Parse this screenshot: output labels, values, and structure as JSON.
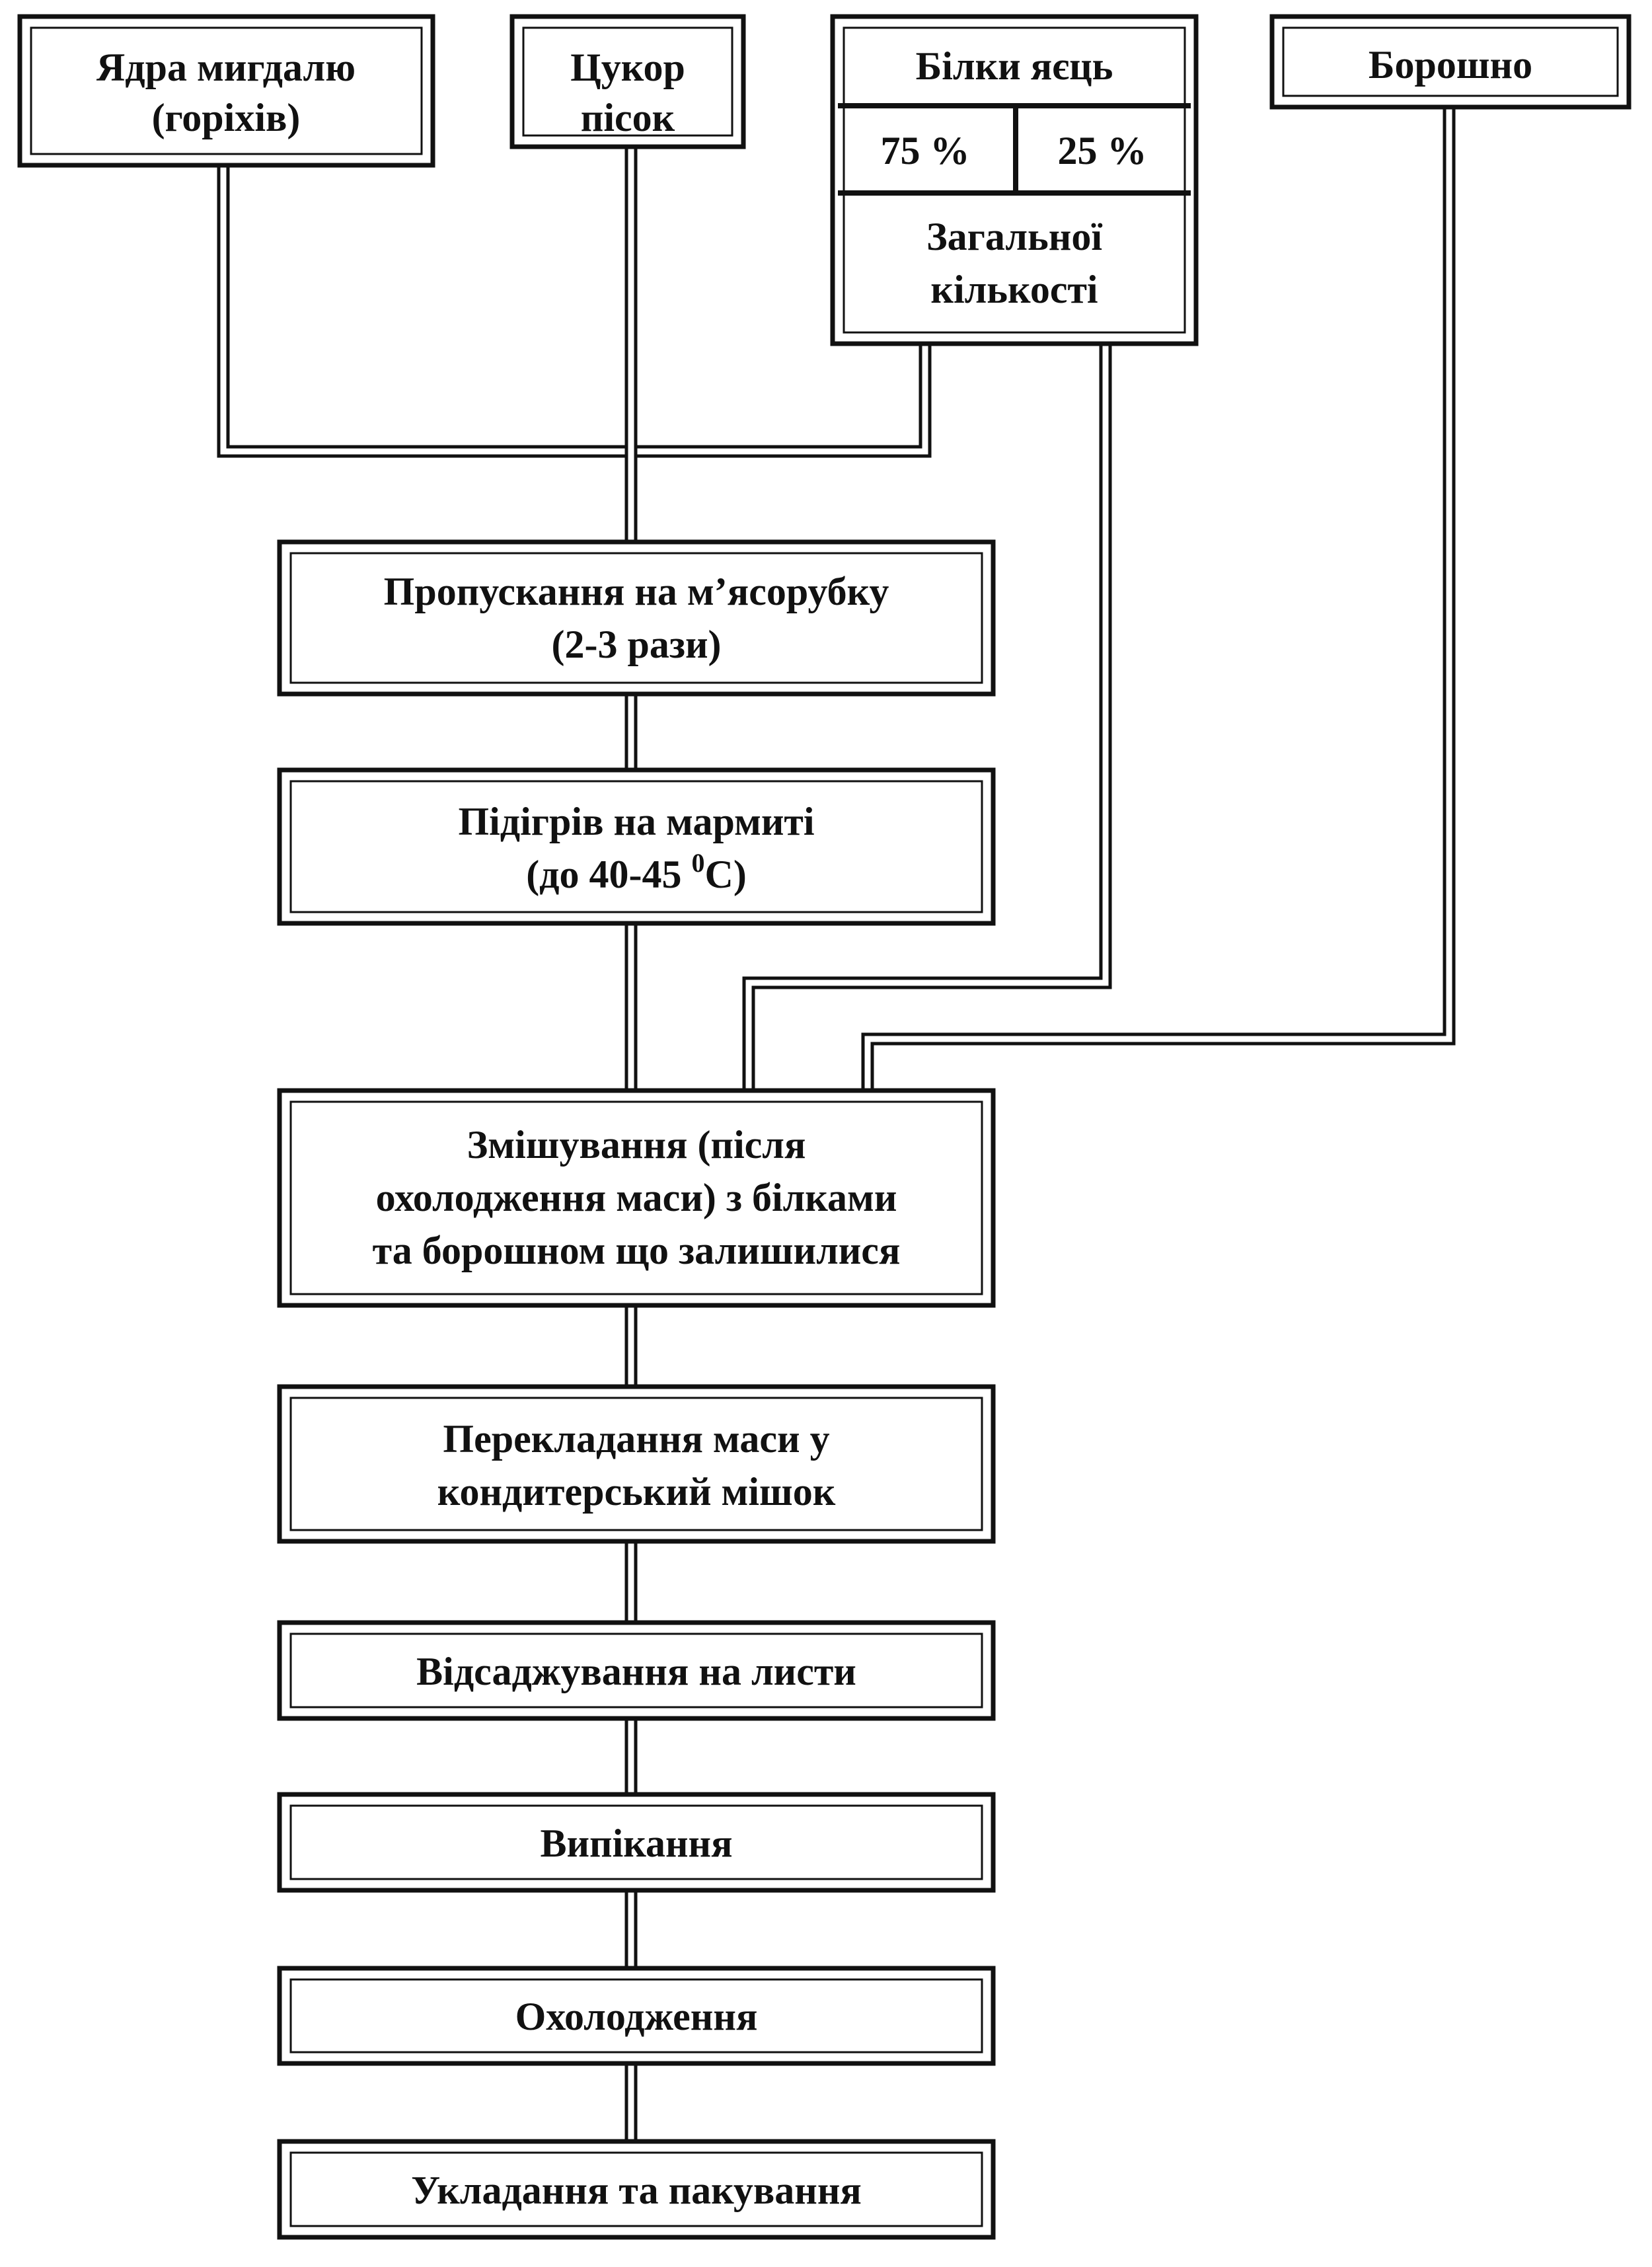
{
  "inputs": {
    "almond_kernels": [
      "Ядра мигдалю",
      "(горіхів)"
    ],
    "sugar": [
      "Цукор",
      "пісок"
    ],
    "egg_whites": {
      "title": "Білки яєць",
      "part_a": "75 %",
      "part_b": "25 %",
      "note": [
        "Загальної",
        "кількості"
      ]
    },
    "flour": "Борошно"
  },
  "steps": {
    "mincing": [
      "Пропускання на м’ясорубку",
      "(2-3 рази)"
    ],
    "heating": {
      "line1": "Підігрів на мармиті",
      "line2_pre": "(до 40-45 ",
      "line2_sup": "0",
      "line2_post": "С)"
    },
    "mixing": [
      "Змішування (після",
      "охолодження маси) з білками",
      "та борошном  що залишилися"
    ],
    "transfer": [
      "Перекладання маси у",
      "кондитерський мішок"
    ],
    "depositing": "Відсаджування на листи",
    "baking": "Випікання",
    "cooling": "Охолодження",
    "packing": "Укладання та пакування"
  }
}
